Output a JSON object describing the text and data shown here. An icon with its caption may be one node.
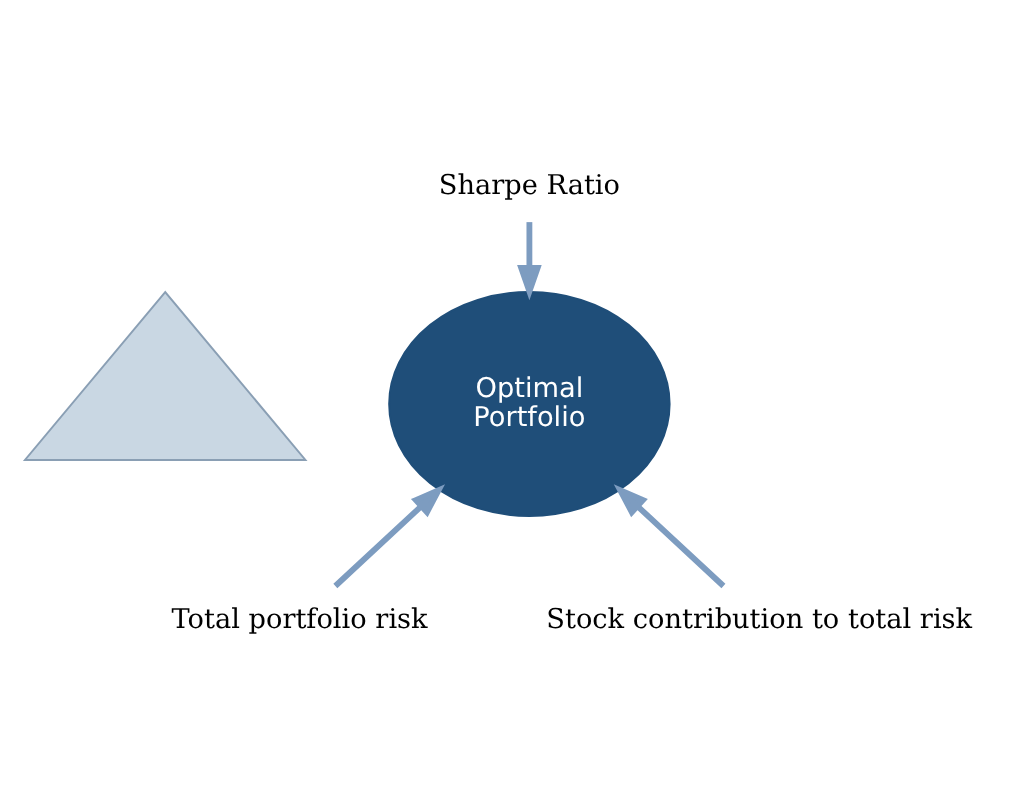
{
  "diagram": {
    "nodes": [
      {
        "text": [],
        "shape": "triangle"
      },
      {
        "text": [
          "Optimal Portfolio"
        ]
      },
      {
        "text": [
          "Sharpe Ratio"
        ]
      },
      {
        "text": [
          "Total portfolio risk"
        ]
      },
      {
        "text": [
          "Stock contribution to total risk"
        ]
      }
    ],
    "edges": [
      {
        "from": 2,
        "to": 1,
        "arrow": "to"
      },
      {
        "from": 3,
        "to": 1,
        "arrow": "to"
      },
      {
        "from": 4,
        "to": 1,
        "arrow": "to"
      }
    ]
  }
}
